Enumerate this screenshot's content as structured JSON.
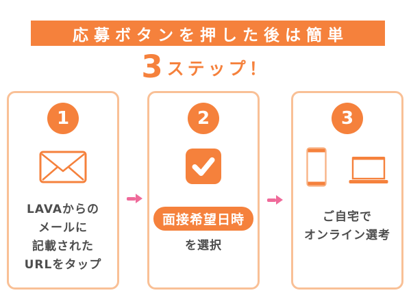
{
  "colors": {
    "orange": "#f5813c",
    "card_border": "#f9c096",
    "pink_arrow": "#ef6a9a",
    "body_text": "#4d4d4d",
    "background": "#ffffff"
  },
  "banner": {
    "text": "応募ボタンを押した後は簡単"
  },
  "headline": {
    "number": "3",
    "word": "ステップ！"
  },
  "steps": [
    {
      "number": "1",
      "icon": "envelope-icon",
      "lines": [
        "LAVAからの",
        "メールに",
        "記載された",
        "URLをタップ"
      ]
    },
    {
      "number": "2",
      "icon": "checkbox-icon",
      "badge": "面接希望日時",
      "caption": "を選択"
    },
    {
      "number": "3",
      "icon": "smartphone-and-laptop-icons",
      "lines": [
        "ご自宅で",
        "オンライン選考"
      ]
    }
  ]
}
